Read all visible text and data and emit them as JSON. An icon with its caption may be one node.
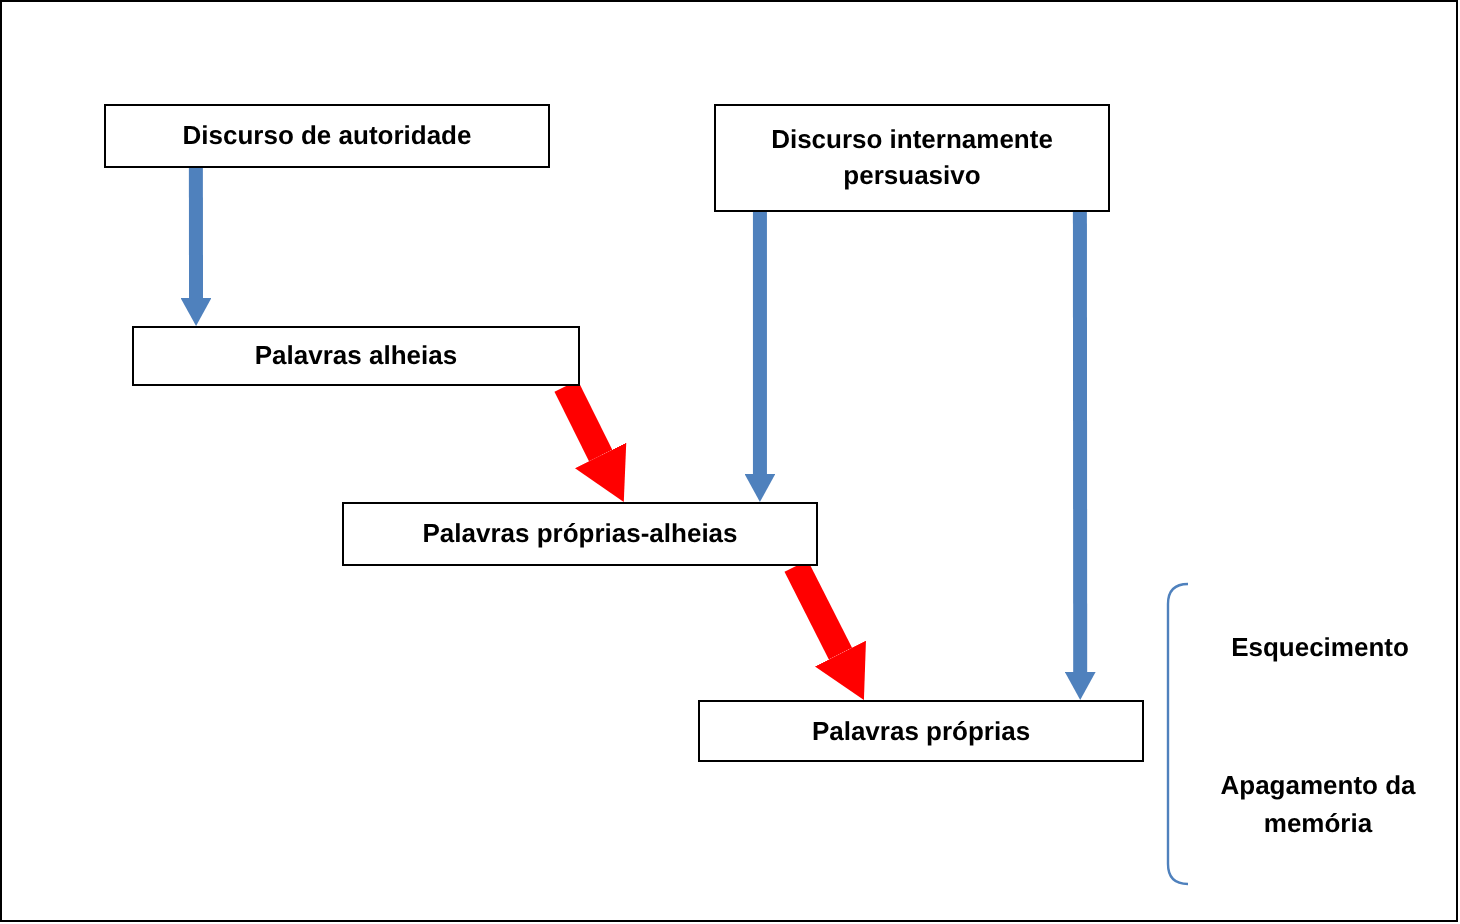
{
  "diagram": {
    "nodes": [
      {
        "text": [
          "Discurso de autoridade"
        ]
      },
      {
        "text": [
          "Discurso internamente persuasivo"
        ]
      },
      {
        "text": [
          "Palavras alheias"
        ]
      },
      {
        "text": [
          "Palavras próprias-alheias"
        ]
      },
      {
        "text": [
          "Palavras próprias"
        ]
      }
    ],
    "edges": [
      {
        "from": 0,
        "to": 2,
        "arrow": "to"
      },
      {
        "from": 1,
        "to": 3,
        "arrow": "to"
      },
      {
        "from": 1,
        "to": 4,
        "arrow": "to"
      },
      {
        "from": 2,
        "to": 3,
        "arrow": "to",
        "style": "thick",
        "color": "#ff0000"
      },
      {
        "from": 3,
        "to": 4,
        "arrow": "to",
        "style": "thick",
        "color": "#ff0000"
      }
    ],
    "labels": [
      "Esquecimento",
      "Apagamento da memória"
    ]
  }
}
